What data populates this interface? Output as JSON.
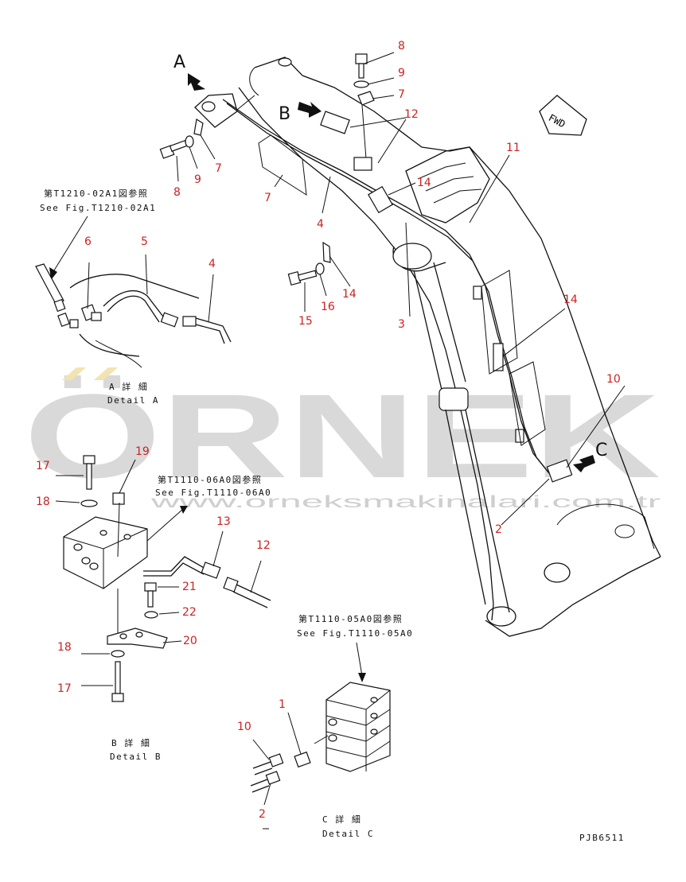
{
  "callouts": {
    "c_8a": "8",
    "c_9a": "9",
    "c_7a": "7",
    "c_12a": "12",
    "c_11": "11",
    "c_8b": "8",
    "c_9b": "9",
    "c_7b": "7",
    "c_7c": "7",
    "c_4a": "4",
    "c_14a": "14",
    "c_14b": "14",
    "c_14c": "14",
    "c_15": "15",
    "c_16": "16",
    "c_3": "3",
    "c_10a": "10",
    "c_2a": "2",
    "c_6": "6",
    "c_5": "5",
    "c_4b": "4",
    "c_17a": "17",
    "c_19": "19",
    "c_18a": "18",
    "c_13": "13",
    "c_12b": "12",
    "c_21": "21",
    "c_22": "22",
    "c_20": "20",
    "c_18b": "18",
    "c_17b": "17",
    "c_1": "1",
    "c_10b": "10",
    "c_2b": "2"
  },
  "views": {
    "a": "A",
    "b": "B",
    "c": "C"
  },
  "fwd": "FWD",
  "refs": {
    "ref_a_jp": "第T1210-02A1図参照",
    "ref_a_en": "See Fig.T1210-02A1",
    "ref_b_jp": "第T1110-06A0図参照",
    "ref_b_en": "See Fig.T1110-06A0",
    "ref_c_jp": "第T1110-05A0図参照",
    "ref_c_en": "See Fig.T1110-05A0"
  },
  "details": {
    "a_jp": "A 詳 細",
    "a_en": "Detail A",
    "b_jp": "B 詳 細",
    "b_en": "Detail B",
    "c_jp": "C 詳 細",
    "c_en": "Detail C"
  },
  "drawing_code": "PJB6511",
  "watermark": {
    "brand": "ÖRNEK",
    "site": "www.orneksmakinalari.com.tr"
  },
  "colors": {
    "callout": "#cc2222",
    "line": "#111111",
    "watermark": "#d9d9d9"
  }
}
